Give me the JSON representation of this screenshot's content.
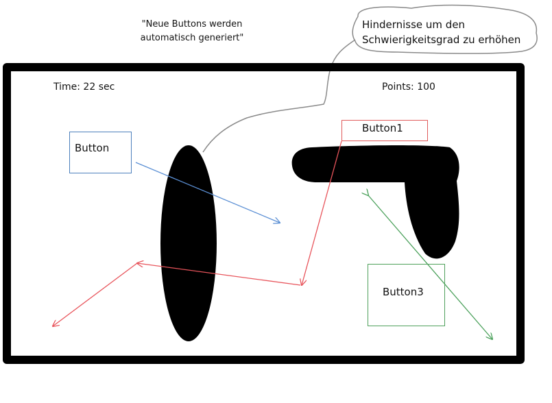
{
  "note": {
    "line1": "\"Neue Buttons werden",
    "line2": "automatisch generiert\""
  },
  "callout": {
    "line1": "Hindernisse um den",
    "line2": "Schwierigkeitsgrad zu erhöhen"
  },
  "game": {
    "time_label": "Time: 22 sec",
    "points_label": "Points: 100"
  },
  "buttons": {
    "button": {
      "label": "Button",
      "color": "#4a7ebb"
    },
    "button1": {
      "label": "Button1",
      "color": "#e05a5a"
    },
    "button3": {
      "label": "Button3",
      "color": "#4ea05a"
    }
  },
  "colors": {
    "frame": "#000000",
    "obstacle": "#000000",
    "callout_outline": "#8a8a8a",
    "blue_arrow": "#5b8fd4",
    "red_arrow": "#e8545b",
    "green_arrow": "#4aa05a"
  }
}
